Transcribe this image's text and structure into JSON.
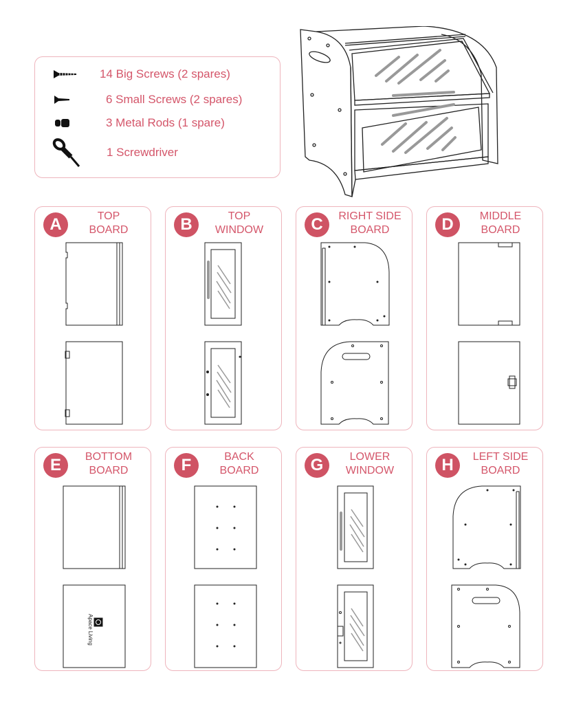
{
  "parts_list": [
    {
      "icon": "big-screw-icon",
      "label": "14 Big Screws (2 spares)"
    },
    {
      "icon": "small-screw-icon",
      "label": "6 Small Screws (2 spares)"
    },
    {
      "icon": "metal-rod-icon",
      "label": "3 Metal Rods (1 spare)"
    },
    {
      "icon": "screwdriver-icon",
      "label": "1 Screwdriver"
    }
  ],
  "panels": [
    {
      "letter": "A",
      "line1": "TOP",
      "line2": "BOARD"
    },
    {
      "letter": "B",
      "line1": "TOP",
      "line2": "WINDOW"
    },
    {
      "letter": "C",
      "line1": "RIGHT SIDE",
      "line2": "BOARD"
    },
    {
      "letter": "D",
      "line1": "MIDDLE",
      "line2": "BOARD"
    },
    {
      "letter": "E",
      "line1": "BOTTOM",
      "line2": "BOARD"
    },
    {
      "letter": "F",
      "line1": "BACK",
      "line2": "BOARD"
    },
    {
      "letter": "G",
      "line1": "LOWER",
      "line2": "WINDOW"
    },
    {
      "letter": "H",
      "line1": "LEFT SIDE",
      "line2": "BOARD"
    }
  ],
  "logo_text": "Apace Living",
  "colors": {
    "accent": "#cf5364",
    "border": "#eeb4bc",
    "line": "#222222",
    "glass": "#999999"
  }
}
